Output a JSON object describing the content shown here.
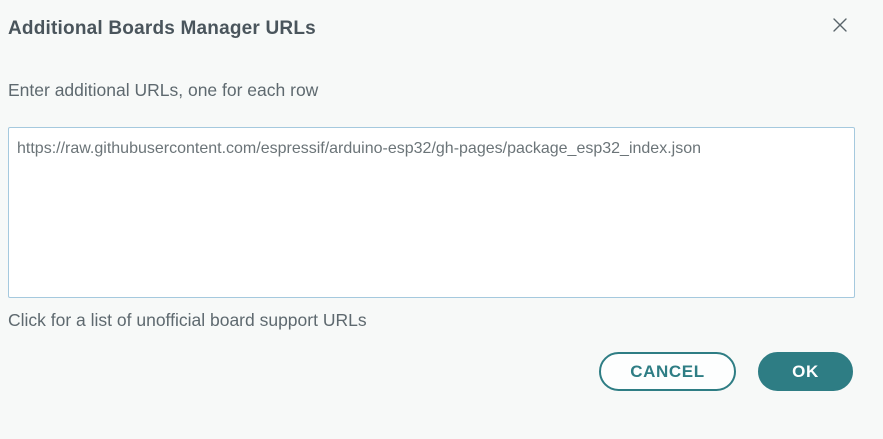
{
  "dialog": {
    "title": "Additional Boards Manager URLs",
    "body": {
      "label": "Enter additional URLs, one for each row",
      "urls_value": "https://raw.githubusercontent.com/espressif/arduino-esp32/gh-pages/package_esp32_index.json",
      "link_text": "Click for a list of unofficial board support URLs"
    },
    "footer": {
      "cancel_label": "CANCEL",
      "ok_label": "OK"
    },
    "colors": {
      "accent_teal": "#2e7d84",
      "textarea_border": "#a5c9de",
      "background": "#f7f9f8"
    }
  }
}
